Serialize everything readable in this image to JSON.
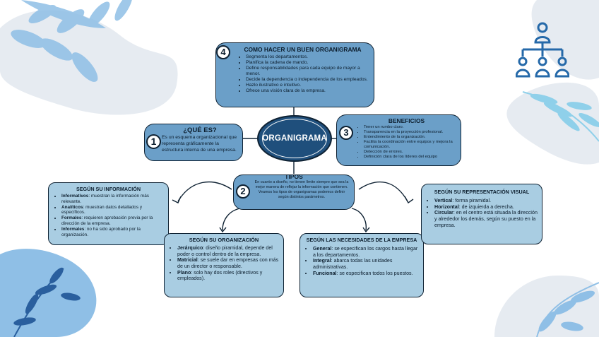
{
  "center": {
    "label": "ORGANIGRAMA"
  },
  "como_hacer": {
    "number": "4",
    "title": "COMO HACER UN BUEN ORGANIGRAMA",
    "items": [
      "Segmenta los departamentos.",
      "Planifica la cadena de mando.",
      "Define responsabilidades para cada equipo de mayor a menor.",
      "Decide la dependencia o independencia de los empleados.",
      "Hazlo ilustrativo e intuitivo.",
      "Ofrece una visión clara de la empresa."
    ]
  },
  "que_es": {
    "number": "1",
    "title": "¿QUÉ ES?",
    "text": "Es un esquema organizacional que representa gráficamente la estructura interna de una empresa."
  },
  "beneficios": {
    "number": "3",
    "title": "BENEFICIOS",
    "items": [
      "Tener un rumbo claro.",
      "Transparencia en la proyección profesional.",
      "Entendimiento de la organización.",
      "Facilita la coordinación entre equipos y mejora la comunicación.",
      "Detección de errores.",
      "Definición clara de los líderes del equipo"
    ]
  },
  "tipos": {
    "number": "2",
    "title": "TIPOS",
    "text": "En cuanto a diseño, no tienen límite siempre que sea la mejor manera de reflejar la información que contienen. Veamos los tipos de organigramas  podemos definir según distintos parámetros."
  },
  "informacion": {
    "title": "SEGÚN SU INFORMACIÓN",
    "items": [
      {
        "term": "Informativos",
        "desc": ": muestran la información más relevante."
      },
      {
        "term": "Analíticos",
        "desc": ": muestran datos detallados y específicos."
      },
      {
        "term": "Formales",
        "desc": ": requieren aprobación previa por la dirección de la empresa."
      },
      {
        "term": "Informales",
        "desc": ": no ha sido aprobado por la organización."
      }
    ]
  },
  "organizacion": {
    "title": "SEGÚN SU ORGANIZACIÓN",
    "items": [
      {
        "term": "Jerárquico",
        "desc": ": diseño piramidal, depende del poder o control dentro de la empresa."
      },
      {
        "term": "Matricial",
        "desc": ": se suele dar en empresas con más de un director o responsable."
      },
      {
        "term": "Plano",
        "desc": ": solo hay dos roles (directivos y empleados)."
      }
    ]
  },
  "necesidades": {
    "title": "SEGÚN LAS NECESIDADES DE LA EMPRESA",
    "items": [
      {
        "term": "General",
        "desc": ": se especifican los cargos hasta llegar a los departamentos."
      },
      {
        "term": "Integral",
        "desc": ": abarca todas las unidades administrativas."
      },
      {
        "term": "Funcional",
        "desc": ": se especifican todos los puestos."
      }
    ]
  },
  "representacion": {
    "title": "SEGÚN SU REPRESENTACIÓN VISUAL",
    "items": [
      {
        "term": "Vertical",
        "desc": ": forma piramidal."
      },
      {
        "term": "Horizontal",
        "desc": ": de izquierda a derecha."
      },
      {
        "term": "Circular",
        "desc": ": en el centro está situada la dirección y alrededor los demás, según su puesto en la empresa."
      }
    ]
  },
  "colors": {
    "dark_box": "#6b9fc8",
    "light_box": "#a9cde2",
    "blob": "#e6ebf1",
    "leaf": "#8fbfe6",
    "leaf_dark": "#2a5f9e"
  },
  "icons": [
    "org-chart-icon",
    "leaf-decoration",
    "blob-decoration"
  ]
}
